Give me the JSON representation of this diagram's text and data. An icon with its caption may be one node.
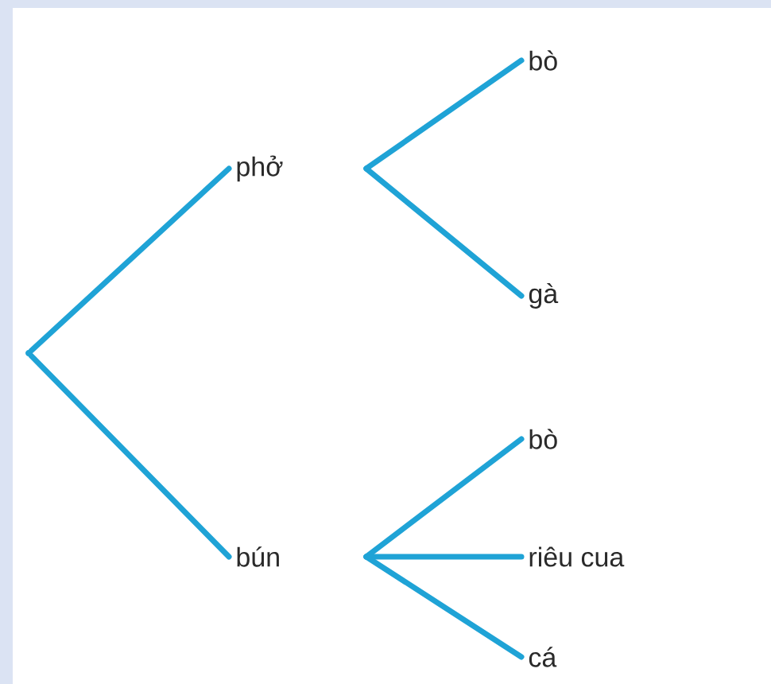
{
  "diagram": {
    "nodes": [
      {
        "text": [],
        "shape": "point"
      },
      {
        "text": [
          "phở"
        ]
      },
      {
        "text": [
          "bún"
        ]
      },
      {
        "text": [
          "bò"
        ]
      },
      {
        "text": [
          "gà"
        ]
      },
      {
        "text": [
          "bò"
        ]
      },
      {
        "text": [
          "riêu cua"
        ]
      },
      {
        "text": [
          "cá"
        ]
      }
    ],
    "edges": [
      {
        "from": 0,
        "to": 1,
        "arrow": "none"
      },
      {
        "from": 0,
        "to": 2,
        "arrow": "none"
      },
      {
        "from": 1,
        "to": 3,
        "arrow": "none"
      },
      {
        "from": 1,
        "to": 4,
        "arrow": "none"
      },
      {
        "from": 2,
        "to": 5,
        "arrow": "none"
      },
      {
        "from": 2,
        "to": 6,
        "arrow": "none"
      },
      {
        "from": 2,
        "to": 7,
        "arrow": "none"
      }
    ]
  }
}
